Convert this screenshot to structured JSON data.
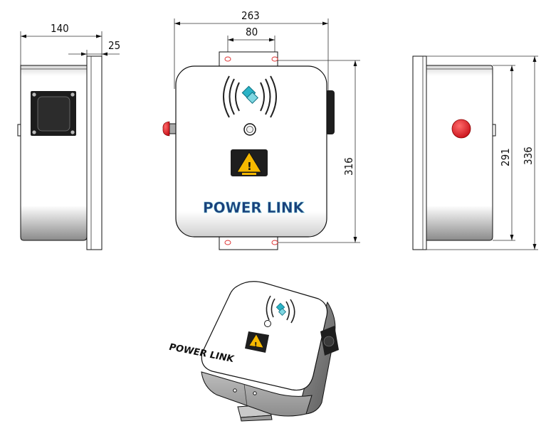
{
  "dimensions": {
    "side_depth": "140",
    "bracket_offset": "25",
    "front_width": "263",
    "bracket_hole_spacing": "80",
    "front_height": "316",
    "body_height": "291",
    "total_height": "336"
  },
  "brand": {
    "name": "POWER LINK"
  },
  "colors": {
    "outline": "#111111",
    "stop_button": "#e8242c",
    "rfid_logo": "#2ab3c6",
    "warning": "#f5b800",
    "connector": "#1a1a1a"
  },
  "icons": {
    "rfid": "rfid-waves-icon",
    "warning": "warning-triangle-icon",
    "emergency_stop": "emergency-stop-button"
  }
}
